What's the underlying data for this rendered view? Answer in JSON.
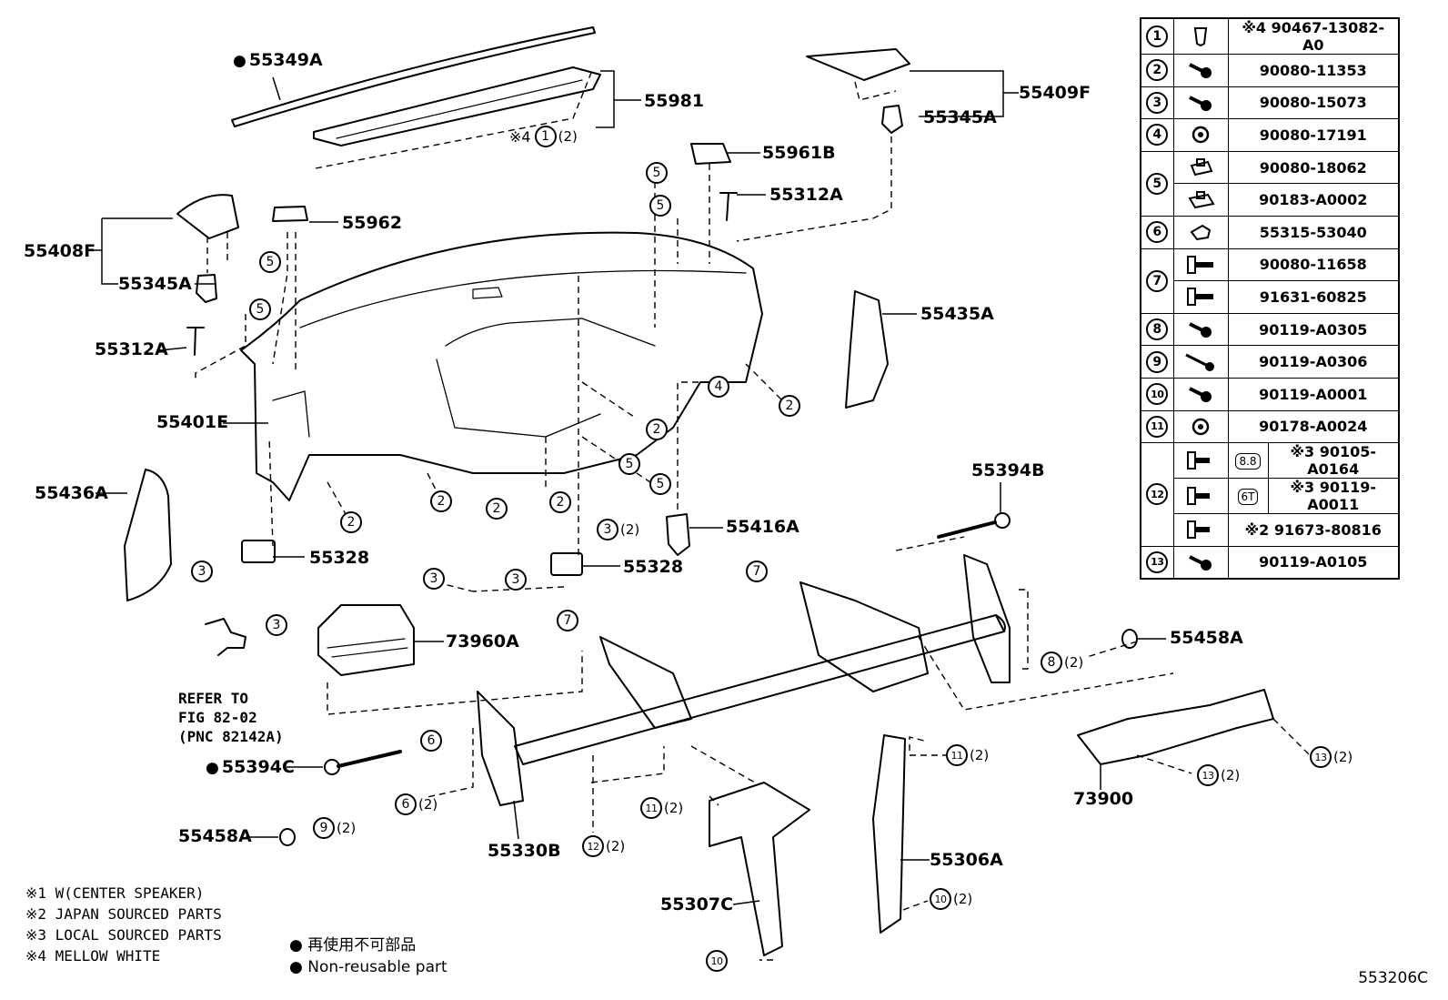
{
  "figure_code": "553206C",
  "labels": {
    "p55349A": "55349A",
    "p55981": "55981",
    "p55409F": "55409F",
    "p55345A_r": "55345A",
    "p55961B": "55961B",
    "p55312A_r": "55312A",
    "p55962": "55962",
    "p55408F": "55408F",
    "p55345A_l": "55345A",
    "p55312A_l": "55312A",
    "p55435A": "55435A",
    "p55401E": "55401E",
    "p55436A": "55436A",
    "p55394B": "55394B",
    "p55416A": "55416A",
    "p55328_l": "55328",
    "p55328_c": "55328",
    "p73960A": "73960A",
    "p55458A_r": "55458A",
    "p55394C": "55394C",
    "p55458A_l": "55458A",
    "p55330B": "55330B",
    "p55306A": "55306A",
    "p55307C": "55307C",
    "p73900": "73900"
  },
  "callouts": {
    "c1_top": {
      "num": "1",
      "qty": "(2)",
      "prefix": "※4"
    },
    "c5_a": {
      "num": "5"
    },
    "c5_b": {
      "num": "5"
    },
    "c5_c": {
      "num": "5"
    },
    "c5_d": {
      "num": "5"
    },
    "c5_e": {
      "num": "5"
    },
    "c5_f": {
      "num": "5"
    },
    "c4": {
      "num": "4"
    },
    "c2_a": {
      "num": "2"
    },
    "c2_b": {
      "num": "2"
    },
    "c2_c": {
      "num": "2"
    },
    "c2_d": {
      "num": "2"
    },
    "c2_e": {
      "num": "2"
    },
    "c2_f": {
      "num": "2"
    },
    "c3_a": {
      "num": "3"
    },
    "c3_b": {
      "num": "3",
      "qty": "(2)"
    },
    "c3_c": {
      "num": "3"
    },
    "c3_d": {
      "num": "3"
    },
    "c3_e": {
      "num": "3"
    },
    "c7_a": {
      "num": "7"
    },
    "c7_b": {
      "num": "7"
    },
    "c8": {
      "num": "8",
      "qty": "(2)"
    },
    "c6_a": {
      "num": "6"
    },
    "c6_b": {
      "num": "6",
      "qty": "(2)"
    },
    "c9": {
      "num": "9",
      "qty": "(2)"
    },
    "c11_a": {
      "num": "11",
      "qty": "(2)"
    },
    "c11_b": {
      "num": "11",
      "qty": "(2)"
    },
    "c12": {
      "num": "12",
      "qty": "(2)"
    },
    "c13_a": {
      "num": "13",
      "qty": "(2)"
    },
    "c13_b": {
      "num": "13",
      "qty": "(2)"
    },
    "c10_a": {
      "num": "10",
      "qty": "(2)"
    },
    "c10_b": {
      "num": "10"
    }
  },
  "reference_note": "REFER TO\nFIG 82-02\n(PNC 82142A)",
  "notes": [
    "※1 W(CENTER SPEAKER)",
    "※2 JAPAN SOURCED PARTS",
    "※3 LOCAL SOURCED PARTS",
    "※4 MELLOW WHITE"
  ],
  "legend": [
    "再使用不可部品",
    "Non-reusable part"
  ],
  "parts_table": {
    "r1": {
      "idx": "1",
      "icon": "clip-icon",
      "pn": "※4 90467-13082-A0"
    },
    "r2": {
      "idx": "2",
      "icon": "screw-icon",
      "pn": "90080-11353"
    },
    "r3": {
      "idx": "3",
      "icon": "screw-icon",
      "pn": "90080-15073"
    },
    "r4": {
      "idx": "4",
      "icon": "nut-icon",
      "pn": "90080-17191"
    },
    "r5a": {
      "idx": "5",
      "icon": "nut-clip-icon",
      "pn": "90080-18062"
    },
    "r5b": {
      "icon": "nut-clip-icon",
      "pn": "90183-A0002"
    },
    "r6": {
      "idx": "6",
      "icon": "clip-icon",
      "pn": "55315-53040"
    },
    "r7a": {
      "idx": "7",
      "icon": "bolt-icon",
      "pn": "90080-11658"
    },
    "r7b": {
      "icon": "bolt-icon",
      "pn": "91631-60825"
    },
    "r8": {
      "idx": "8",
      "icon": "screw-icon",
      "pn": "90119-A0305"
    },
    "r9": {
      "idx": "9",
      "icon": "long-bolt-icon",
      "pn": "90119-A0306"
    },
    "r10": {
      "idx": "10",
      "icon": "screw-icon",
      "pn": "90119-A0001"
    },
    "r11": {
      "idx": "11",
      "icon": "nut-icon",
      "pn": "90178-A0024"
    },
    "r12a": {
      "idx": "12",
      "icon": "bolt-icon",
      "badge": "8.8",
      "pn": "※3 90105-A0164"
    },
    "r12b": {
      "icon": "bolt-icon",
      "badge": "6T",
      "pn": "※3 90119-A0011"
    },
    "r12c": {
      "icon": "bolt-icon",
      "pn": "※2 91673-80816"
    },
    "r13": {
      "idx": "13",
      "icon": "screw-icon",
      "pn": "90119-A0105"
    }
  }
}
